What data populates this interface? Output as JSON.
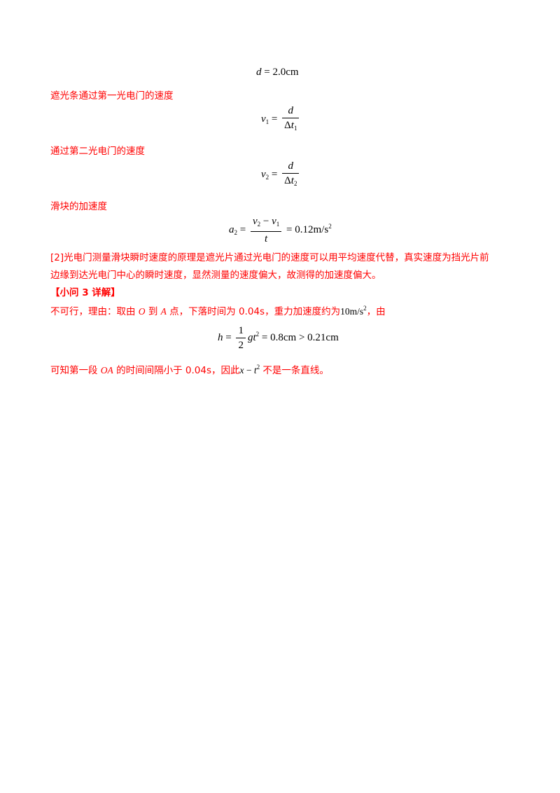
{
  "equations": {
    "d": {
      "lhs": "d",
      "op": "=",
      "rhs": "2.0cm"
    },
    "v1": {
      "var": "v",
      "sub": "1",
      "op": "=",
      "num": "d",
      "den_delta": "Δ",
      "den_var": "t",
      "den_sub": "1"
    },
    "v2": {
      "var": "v",
      "sub": "2",
      "op": "=",
      "num": "d",
      "den_delta": "Δ",
      "den_var": "t",
      "den_sub": "2"
    },
    "a2": {
      "var": "a",
      "sub": "2",
      "op": "=",
      "num_v2": "v",
      "num_v2_sub": "2",
      "minus": "−",
      "num_v1": "v",
      "num_v1_sub": "1",
      "den": "t",
      "op2": "=",
      "value": "0.12m/s",
      "value_sup": "2"
    },
    "h": {
      "lhs": "h",
      "op": "=",
      "frac_num": "1",
      "frac_den": "2",
      "g": "g",
      "t": "t",
      "t_sup": "2",
      "op2": "=",
      "val1": "0.8cm",
      "gt": ">",
      "val2": "0.21cm"
    }
  },
  "text": {
    "line1": "遮光条通过第一光电门的速度",
    "line2": "通过第二光电门的速度",
    "line3": "滑块的加速度",
    "para1_line1": "[2]光电门测量滑块瞬时速度的原理是遮光片通过光电门的速度可以用平均速度代替，真实速度为挡光片前",
    "para1_line2": "边缘到达光电门中心的瞬时速度，显然测量的速度偏大，故测得的加速度偏大。",
    "heading3": "【小问 3 详解】",
    "para2_a": "不可行，理由：取由 ",
    "para2_O": "O",
    "para2_b": " 到 ",
    "para2_A": "A",
    "para2_c": " 点，下落时间为 0.04s，重力加速度约为",
    "para2_accel": "10m/s",
    "para2_accel_sup": "2",
    "para2_d": "，由",
    "para3_a": "可知第一段 ",
    "para3_OA": "OA",
    "para3_b": " 的时间间隔小于 0.04s，因此",
    "para3_x": "x",
    "para3_minus": " − ",
    "para3_t": "t",
    "para3_t_sup": "2",
    "para3_c": " 不是一条直线。"
  },
  "colors": {
    "body_text": "#ff0000",
    "equation": "#000000",
    "background": "#ffffff"
  }
}
